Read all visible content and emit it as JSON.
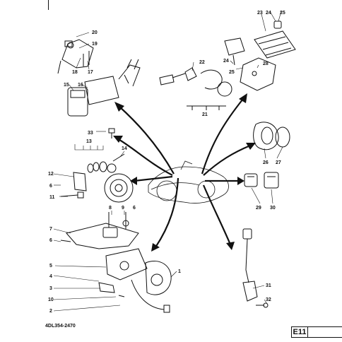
{
  "drawing_code": "4DL354-2470",
  "page_ref": "E11",
  "callout_numbers": [
    "1",
    "2",
    "3",
    "4",
    "5",
    "6",
    "7",
    "8",
    "9",
    "10",
    "11",
    "12",
    "13",
    "14",
    "15",
    "16",
    "17",
    "18",
    "19",
    "20",
    "21",
    "22",
    "23",
    "24",
    "25",
    "26",
    "27",
    "28",
    "29",
    "30",
    "31",
    "32",
    "33"
  ]
}
